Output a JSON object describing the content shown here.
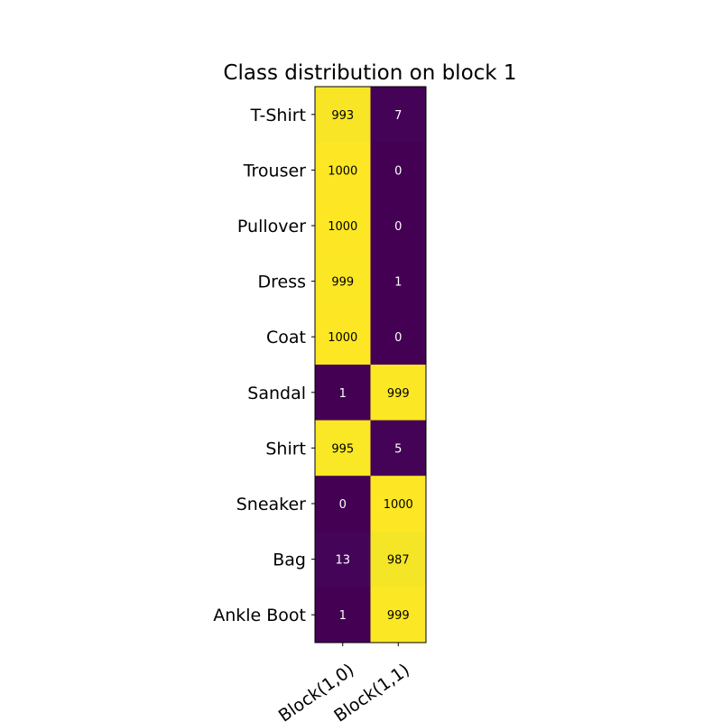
{
  "chart_data": {
    "type": "heatmap",
    "title": "Class distribution on block 1",
    "xlabel": "",
    "ylabel": "",
    "colormap": "viridis",
    "x_categories": [
      "Block(1,0)",
      "Block(1,1)"
    ],
    "y_categories": [
      "T-Shirt",
      "Trouser",
      "Pullover",
      "Dress",
      "Coat",
      "Sandal",
      "Shirt",
      "Sneaker",
      "Bag",
      "Ankle Boot"
    ],
    "values": [
      [
        993,
        7
      ],
      [
        1000,
        0
      ],
      [
        1000,
        0
      ],
      [
        999,
        1
      ],
      [
        1000,
        0
      ],
      [
        1,
        999
      ],
      [
        995,
        5
      ],
      [
        0,
        1000
      ],
      [
        13,
        987
      ],
      [
        1,
        999
      ]
    ],
    "vmin": 0,
    "vmax": 1000,
    "colors": {
      "low": "#440154",
      "high": "#fde725",
      "text_on_dark": "#ffffff",
      "text_on_light": "#000000"
    }
  }
}
